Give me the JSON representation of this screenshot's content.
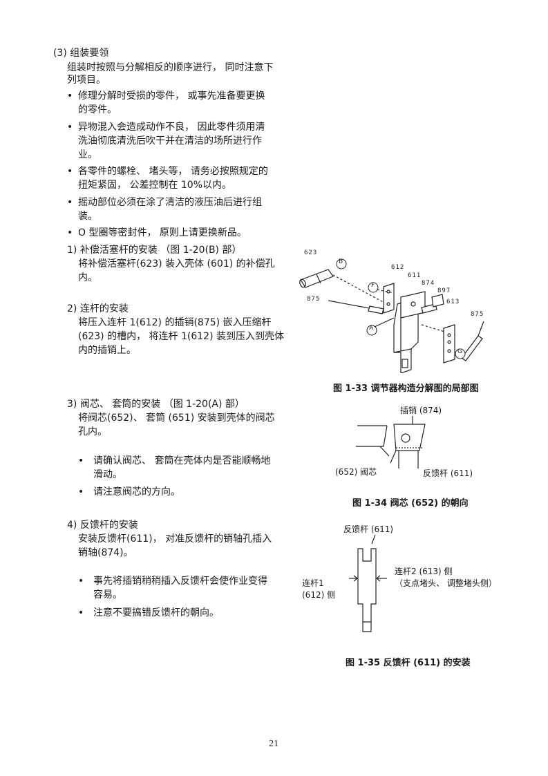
{
  "section": {
    "heading": "(3) 组装要领",
    "intro": [
      "组装时按照与分解相反的顺序进行， 同时注意下",
      "列项目。"
    ],
    "bullets": [
      [
        "修理分解时受损的零件， 或事先准备要更换",
        "的零件。"
      ],
      [
        "异物混入会造成动作不良， 因此零件须用清",
        "洗油彻底清洗后吹干并在清洁的场所进行作",
        "业。"
      ],
      [
        "各零件的螺栓、 堵头等， 请务必按照规定的",
        "扭矩紧固， 公差控制在 10%以内。"
      ],
      [
        "摇动部位必须在涂了清洁的液压油后进行组",
        "装。"
      ],
      [
        "O 型圈等密封件， 原则上请更换新品。"
      ]
    ]
  },
  "steps": [
    {
      "title": "1) 补偿活塞杆的安装  （图 1-20(B) 部）",
      "lines": [
        "将补偿活塞杆(623) 装入壳体 (601) 的补偿孔",
        "内。"
      ]
    },
    {
      "title": "2) 连杆的安装",
      "lines": [
        "将压入连杆 1(612) 的插销(875) 嵌入压缩杆",
        "(623) 的槽内， 将连杆 1(612) 装到压入到壳体",
        "内的插销上。"
      ]
    },
    {
      "title": "3) 阀芯、 套筒的安装  （图 1-20(A) 部）",
      "lines": [
        "将阀芯(652)、 套筒 (651) 安装到壳体的阀芯",
        "孔内。"
      ],
      "notes": [
        [
          "请确认阀芯、 套筒在壳体内是否能顺畅地",
          "滑动。"
        ],
        [
          "请注意阀芯的方向。"
        ]
      ]
    },
    {
      "title": "4) 反馈杆的安装",
      "lines": [
        "安装反馈杆(611)， 对准反馈杆的销轴孔插入",
        "销轴(874)。"
      ],
      "notes": [
        [
          "事先将插销稍稍插入反馈杆会使作业变得",
          "容易。"
        ],
        [
          "注意不要搞错反馈杆的朝向。"
        ]
      ]
    }
  ],
  "bullet_char": "•",
  "figure33": {
    "caption": "图 1-33 调节器构造分解图的局部图",
    "labels": {
      "p623": "623",
      "p612": "612",
      "p611": "611",
      "p874": "874",
      "p897": "897",
      "p613": "613",
      "p875a": "875",
      "p875b": "875",
      "cB": "B",
      "cF": "F",
      "cA": "A",
      "cG": "G"
    }
  },
  "figure34": {
    "caption": "图 1-34 阀芯 (652) 的朝向",
    "pin_label": "插销 (874)",
    "spool_label": "(652)  阀芯",
    "lever_label": "反馈杆 (611)"
  },
  "figure35": {
    "caption": "图 1-35 反馈杆 (611) 的安装",
    "top_label": "反馈杆 (611)",
    "left_label": [
      "连杆1",
      "(612) 侧"
    ],
    "right_label": [
      "连杆2 (613) 侧",
      "（支点堵头、 调整堵头侧）"
    ]
  },
  "page_number": "21"
}
